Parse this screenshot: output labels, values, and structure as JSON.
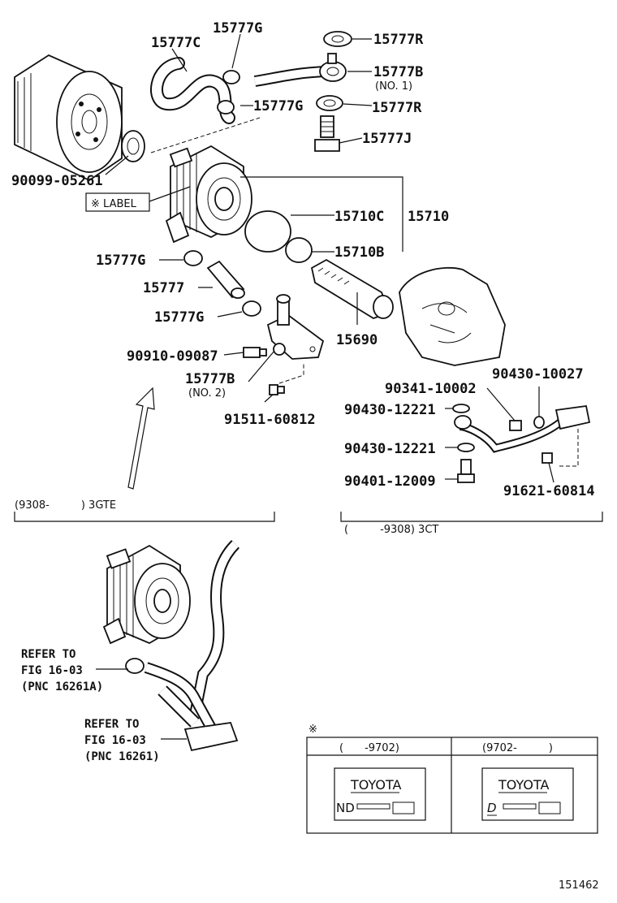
{
  "labels": {
    "p15777C": "15777C",
    "p15777G_top": "15777G",
    "p15777R_top": "15777R",
    "p15777B_no1": "15777B",
    "no1": "(NO. 1)",
    "p15777G_mid": "15777G",
    "p15777R_mid": "15777R",
    "p15777J": "15777J",
    "p90099": "90099-05261",
    "label_tag": "※ LABEL",
    "p15710C": "15710C",
    "p15710": "15710",
    "p15710B": "15710B",
    "p15777G_left": "15777G",
    "p15777": "15777",
    "p15777G_low": "15777G",
    "p15690": "15690",
    "p90910": "90910-09087",
    "p15777B_no2": "15777B",
    "no2": "(NO. 2)",
    "p91511": "91511-60812",
    "p90341": "90341-10002",
    "p90430_10027": "90430-10027",
    "p90430_12221_a": "90430-12221",
    "p90430_12221_b": "90430-12221",
    "p90401": "90401-12009",
    "p91621": "91621-60814",
    "range_3gte": "(9308-　　　) 3GTE",
    "range_3ct": "(　　　-9308) 3CT",
    "refer1_a": "REFER TO",
    "refer1_b": "FIG 16-03",
    "refer1_c": "(PNC 16261A)",
    "refer2_a": "REFER TO",
    "refer2_b": "FIG 16-03",
    "refer2_c": "(PNC 16261)",
    "note_mark": "※",
    "table_col1": "(　　-9702)",
    "table_col2": "(9702-　　　)",
    "toyota1": "TOYOTA",
    "toyota2": "TOYOTA",
    "code1": "ND",
    "code2": "D",
    "fig_number": "151462"
  }
}
